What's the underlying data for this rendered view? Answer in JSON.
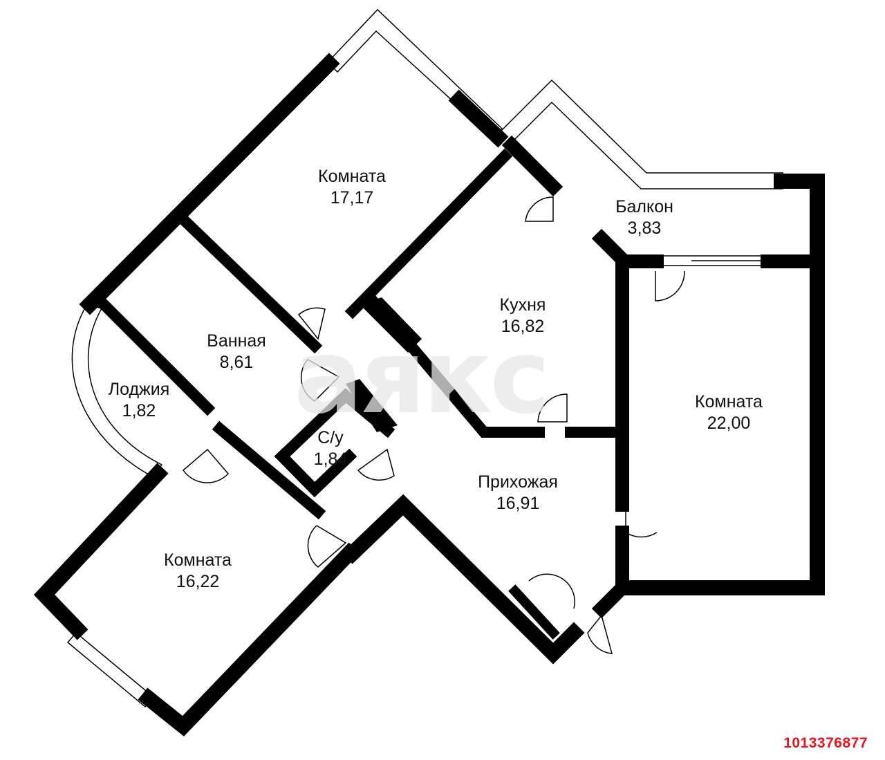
{
  "colors": {
    "wall": "#000000",
    "window": "#ffffff",
    "text": "#111111",
    "watermark": "#e8e8e8",
    "listing_id": "#e8141c"
  },
  "watermark": "аякс",
  "listing_id": "1013376877",
  "rooms": [
    {
      "id": "room-1",
      "name": "Комната",
      "area": "17,17"
    },
    {
      "id": "balcony",
      "name": "Балкон",
      "area": "3,83"
    },
    {
      "id": "kitchen",
      "name": "Кухня",
      "area": "16,82"
    },
    {
      "id": "bathroom",
      "name": "Ванная",
      "area": "8,61"
    },
    {
      "id": "loggia",
      "name": "Лоджия",
      "area": "1,82"
    },
    {
      "id": "room-2",
      "name": "Комната",
      "area": "22,00"
    },
    {
      "id": "toilet",
      "name": "С/у",
      "area": "1,84"
    },
    {
      "id": "hallway",
      "name": "Прихожая",
      "area": "16,91"
    },
    {
      "id": "room-3",
      "name": "Комната",
      "area": "16,22"
    }
  ]
}
